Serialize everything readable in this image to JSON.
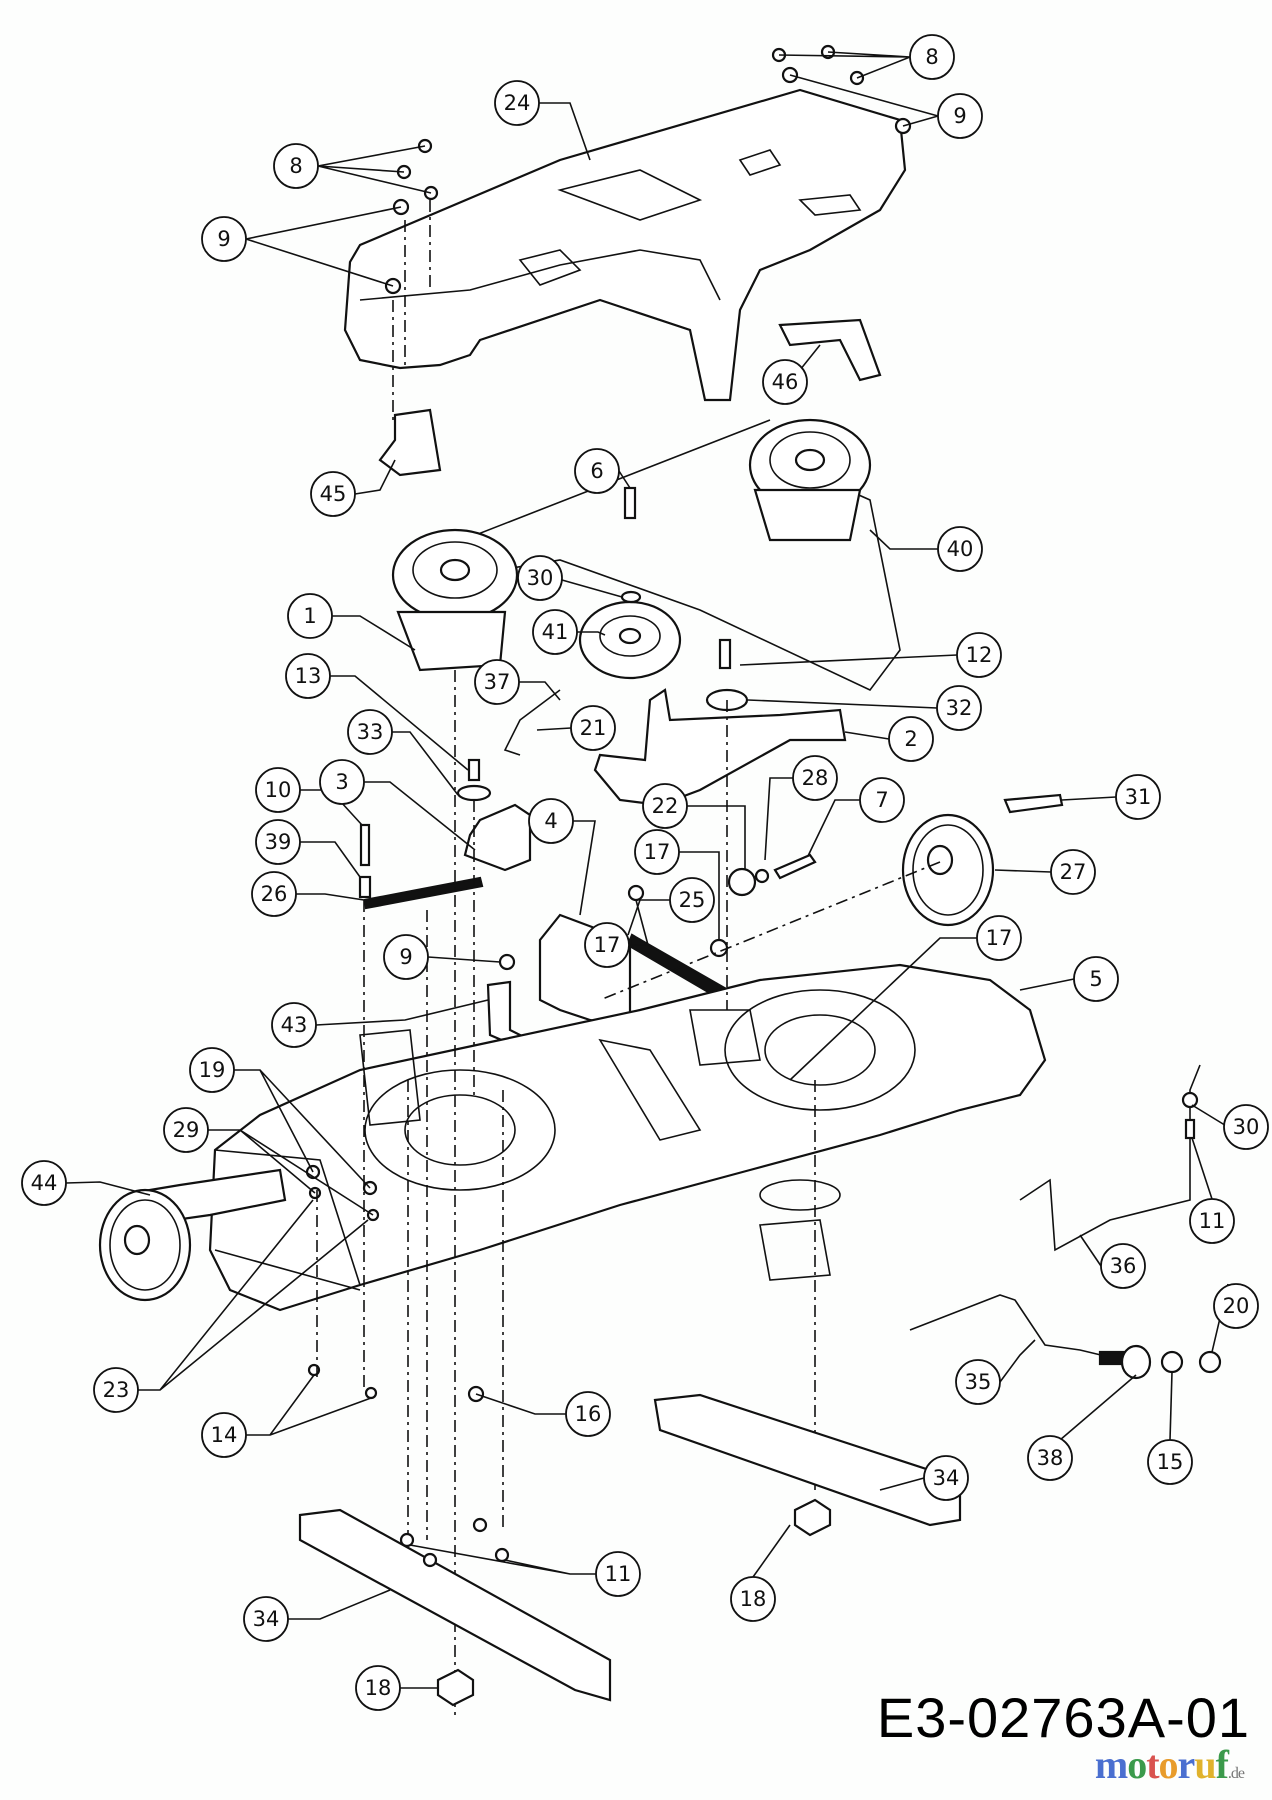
{
  "diagram": {
    "drawing_code": "E3-02763A-01",
    "watermark": {
      "text": [
        "m",
        "o",
        "t",
        "o",
        "r",
        "u",
        "f"
      ],
      "suffix": ".de",
      "colors": [
        "#4a6fd0",
        "#3b9a4b",
        "#d9534f",
        "#e89c2c",
        "#4a6fd0",
        "#e0b22c",
        "#3b9a4b"
      ]
    },
    "parts": [
      {
        "id": "A",
        "label": "8"
      },
      {
        "id": "B",
        "label": "9"
      },
      {
        "id": "C",
        "label": "24"
      },
      {
        "id": "D",
        "label": "8"
      },
      {
        "id": "E",
        "label": "9"
      },
      {
        "id": "F",
        "label": "46"
      },
      {
        "id": "G",
        "label": "45"
      },
      {
        "id": "H",
        "label": "6"
      },
      {
        "id": "I",
        "label": "40"
      },
      {
        "id": "J",
        "label": "30"
      },
      {
        "id": "K",
        "label": "41"
      },
      {
        "id": "L",
        "label": "1"
      },
      {
        "id": "M",
        "label": "12"
      },
      {
        "id": "N",
        "label": "37"
      },
      {
        "id": "O",
        "label": "32"
      },
      {
        "id": "P",
        "label": "21"
      },
      {
        "id": "Q",
        "label": "2"
      },
      {
        "id": "R",
        "label": "13"
      },
      {
        "id": "S",
        "label": "33"
      },
      {
        "id": "T",
        "label": "3"
      },
      {
        "id": "U",
        "label": "28"
      },
      {
        "id": "V",
        "label": "31"
      },
      {
        "id": "W",
        "label": "7"
      },
      {
        "id": "X",
        "label": "10"
      },
      {
        "id": "Y",
        "label": "4"
      },
      {
        "id": "Z",
        "label": "22"
      },
      {
        "id": "AA",
        "label": "39"
      },
      {
        "id": "AB",
        "label": "17"
      },
      {
        "id": "AC",
        "label": "25"
      },
      {
        "id": "AD",
        "label": "26"
      },
      {
        "id": "AE",
        "label": "27"
      },
      {
        "id": "AF",
        "label": "17"
      },
      {
        "id": "AG",
        "label": "9"
      },
      {
        "id": "AH",
        "label": "17"
      },
      {
        "id": "AI",
        "label": "5"
      },
      {
        "id": "AJ",
        "label": "43"
      },
      {
        "id": "AK",
        "label": "19"
      },
      {
        "id": "AL",
        "label": "29"
      },
      {
        "id": "AM",
        "label": "30"
      },
      {
        "id": "AN",
        "label": "44"
      },
      {
        "id": "AO",
        "label": "11"
      },
      {
        "id": "AP",
        "label": "36"
      },
      {
        "id": "AQ",
        "label": "20"
      },
      {
        "id": "AR",
        "label": "23"
      },
      {
        "id": "AS",
        "label": "35"
      },
      {
        "id": "AT",
        "label": "16"
      },
      {
        "id": "AU",
        "label": "38"
      },
      {
        "id": "AV",
        "label": "15"
      },
      {
        "id": "AW",
        "label": "14"
      },
      {
        "id": "AX",
        "label": "34"
      },
      {
        "id": "AY",
        "label": "11"
      },
      {
        "id": "AZ",
        "label": "18"
      },
      {
        "id": "BA",
        "label": "34"
      },
      {
        "id": "BB",
        "label": "18"
      }
    ]
  }
}
